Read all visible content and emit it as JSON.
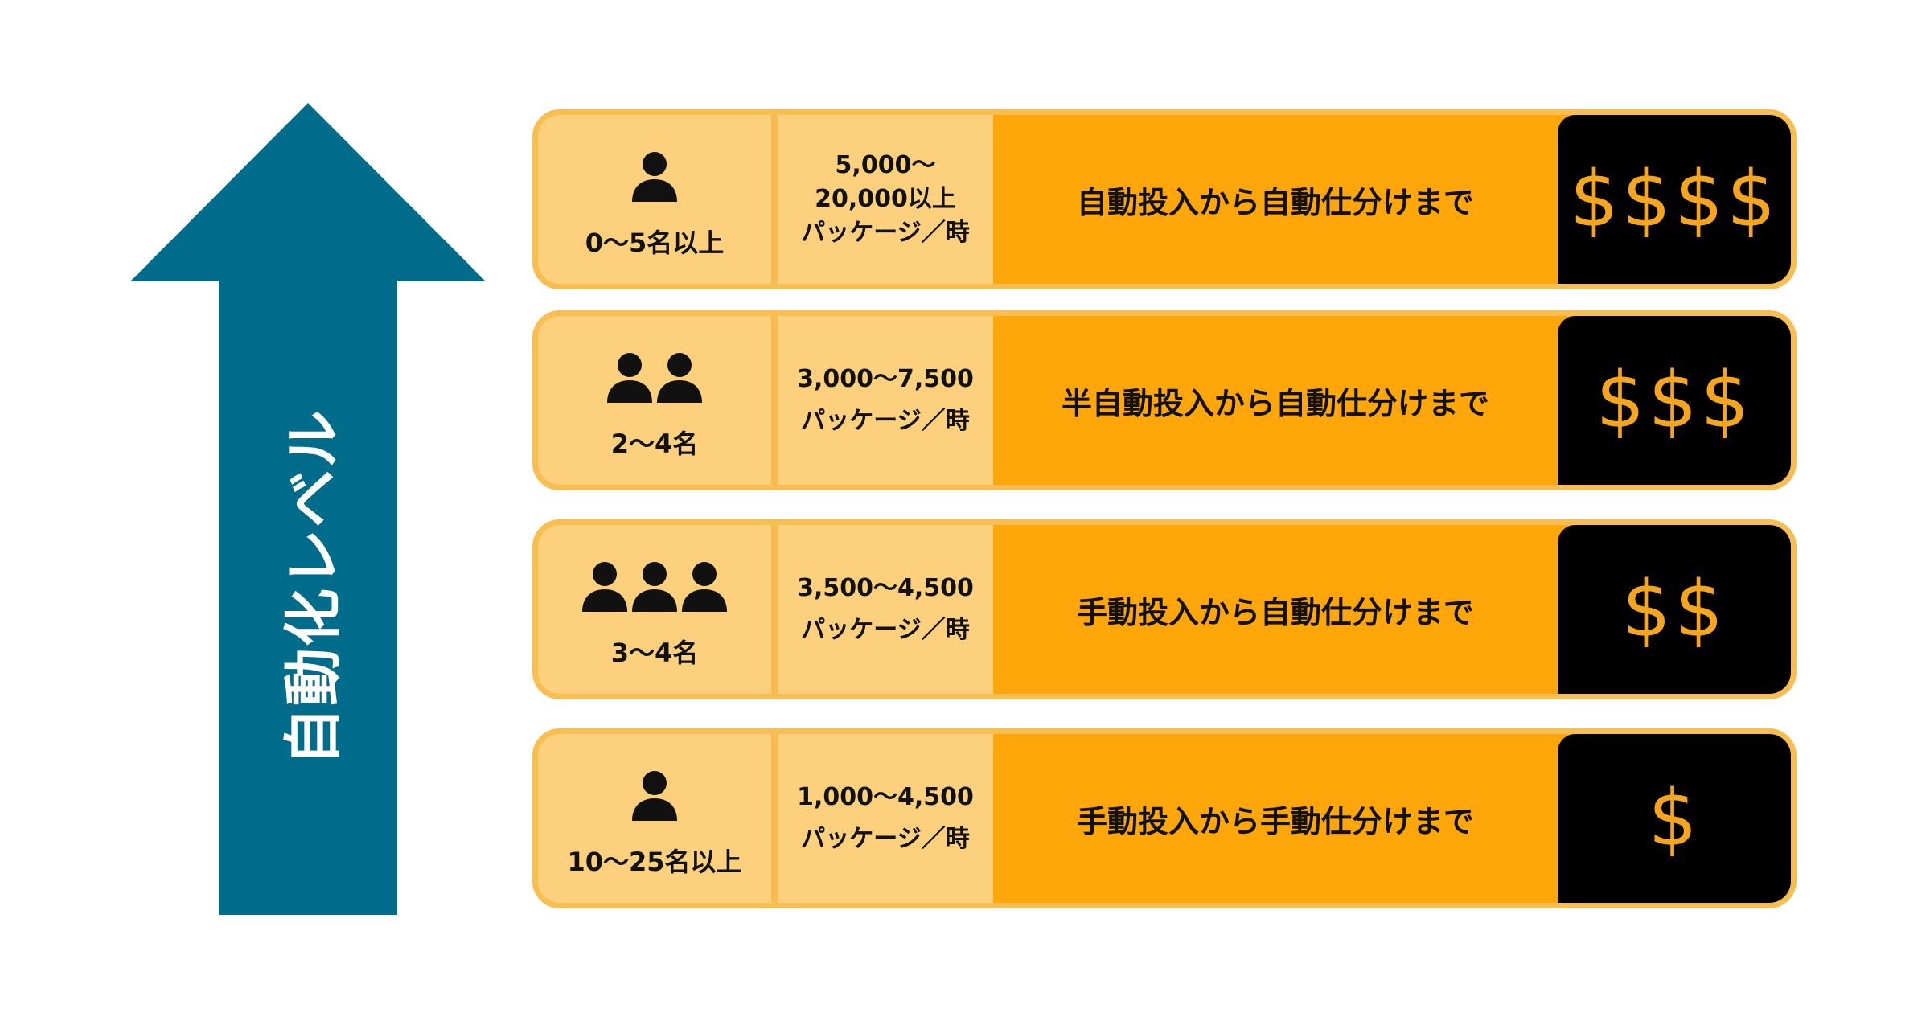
{
  "arrow": {
    "label": "自動化レベル",
    "color": "#006c8c"
  },
  "colors": {
    "row_main": "#ffa60a",
    "row_light": "#fdd07e",
    "row_border": "#f9be52",
    "cost_bg": "#000000",
    "cost_symbol": "#f5a51e"
  },
  "rows": [
    {
      "people_icons": 1,
      "staff": "0〜5名以上",
      "throughput_lines": [
        "5,000〜",
        "20,000以上",
        "パッケージ／時"
      ],
      "description": "自動投入から自動仕分けまで",
      "cost": "$$$$"
    },
    {
      "people_icons": 2,
      "staff": "2〜4名",
      "throughput_lines": [
        "3,000〜7,500",
        "パッケージ／時"
      ],
      "description": "半自動投入から自動仕分けまで",
      "cost": "$$$"
    },
    {
      "people_icons": 3,
      "staff": "3〜4名",
      "throughput_lines": [
        "3,500〜4,500",
        "パッケージ／時"
      ],
      "description": "手動投入から自動仕分けまで",
      "cost": "$$"
    },
    {
      "people_icons": 1,
      "staff": "10〜25名以上",
      "throughput_lines": [
        "1,000〜4,500",
        "パッケージ／時"
      ],
      "description": "手動投入から手動仕分けまで",
      "cost": "$"
    }
  ]
}
